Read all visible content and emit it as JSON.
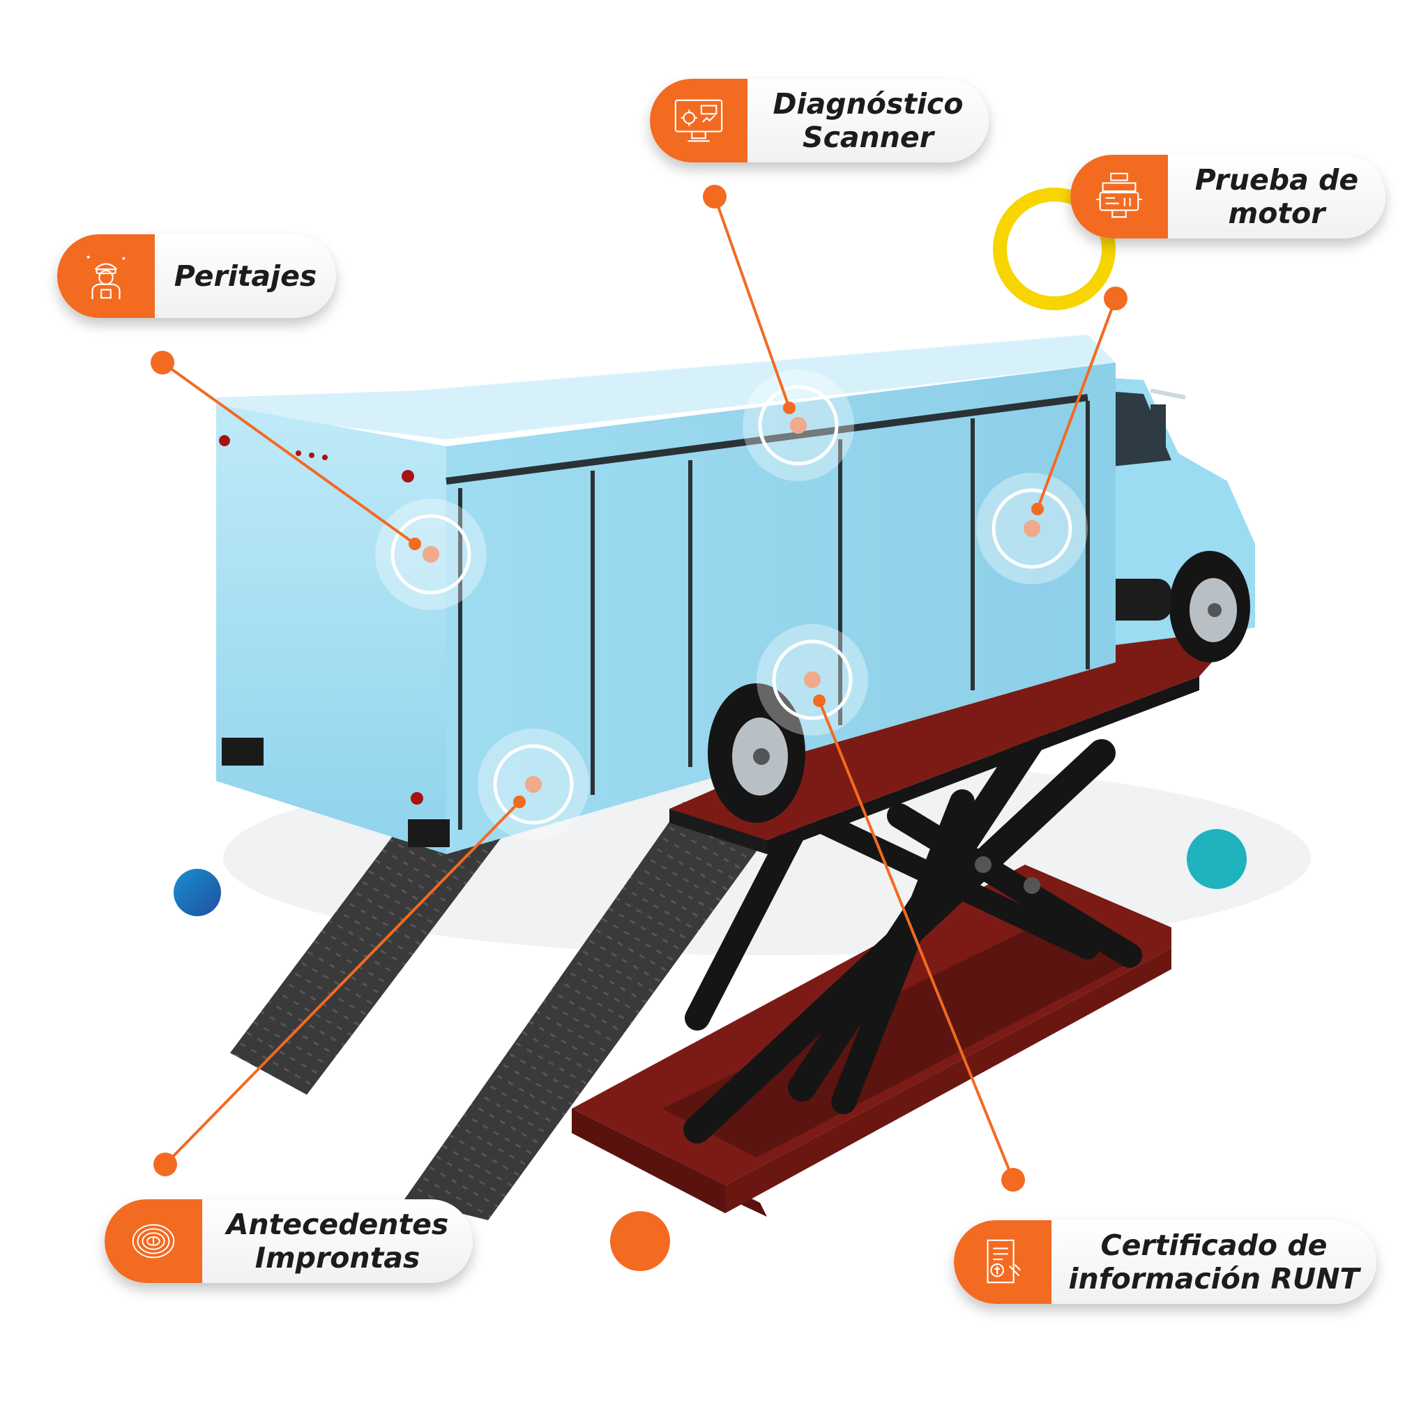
{
  "colors": {
    "accent": "#f36a21",
    "truck_body": "#8fd6ee",
    "lift_red": "#7c1b16",
    "lift_black": "#1a1a1a",
    "ring_yellow": "#f7d500",
    "dot_teal": "#1fb3bd",
    "dot_blue": "#1f6fb5"
  },
  "callouts": [
    {
      "id": "peritajes",
      "icon": "mechanic-icon",
      "lines": [
        "Peritajes"
      ]
    },
    {
      "id": "diagnostico",
      "icon": "computer-diagnostic-icon",
      "lines": [
        "Diagnóstico",
        "Scanner"
      ]
    },
    {
      "id": "prueba",
      "icon": "engine-icon",
      "lines": [
        "Prueba de",
        "motor"
      ]
    },
    {
      "id": "antecedentes",
      "icon": "fingerprint-icon",
      "lines": [
        "Antecedentes",
        "Improntas"
      ]
    },
    {
      "id": "certificado",
      "icon": "certificate-icon",
      "lines": [
        "Certificado de",
        "información RUNT"
      ]
    }
  ]
}
